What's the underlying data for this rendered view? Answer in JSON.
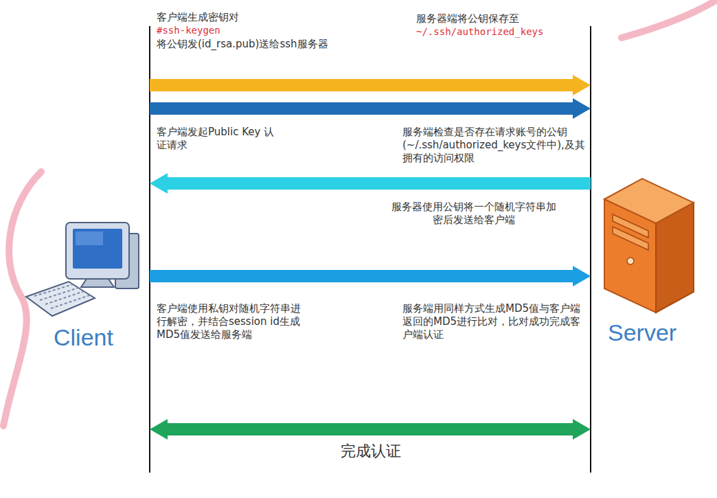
{
  "diagram": {
    "nodes": [
      {
        "text": [
          "Client"
        ]
      },
      {
        "text": [
          "Server"
        ]
      }
    ],
    "edges": [
      {
        "from": 0,
        "to": 1,
        "arrow": "to"
      },
      {
        "from": 0,
        "to": 1,
        "arrow": "to"
      },
      {
        "from": 1,
        "to": 0,
        "arrow": "to"
      },
      {
        "from": 0,
        "to": 1,
        "arrow": "to"
      },
      {
        "from": 0,
        "to": 1,
        "arrow": "both"
      }
    ],
    "labels": [
      "客户端生成密钥对",
      "#ssh-keygen",
      "将公钥发(id_rsa.pub)送给ssh服务器",
      "服务器端将公钥保存至",
      "~/.ssh/authorized_keys",
      "客户端发起Public Key 认证请求",
      "服务端检查是否存在请求账号的公钥(~/.ssh/authorized_keys文件中),及其拥有的访问权限",
      "服务器使用公钥将一个随机字符串加密后发送给客户端",
      "客户端使用私钥对随机字符串进行解密，并结合session id生成MD5值发送给服务端",
      "服务端用同样方式生成MD5值与客户端返回的MD5进行比对，比对成功完成客户端认证",
      "完成认证"
    ]
  }
}
